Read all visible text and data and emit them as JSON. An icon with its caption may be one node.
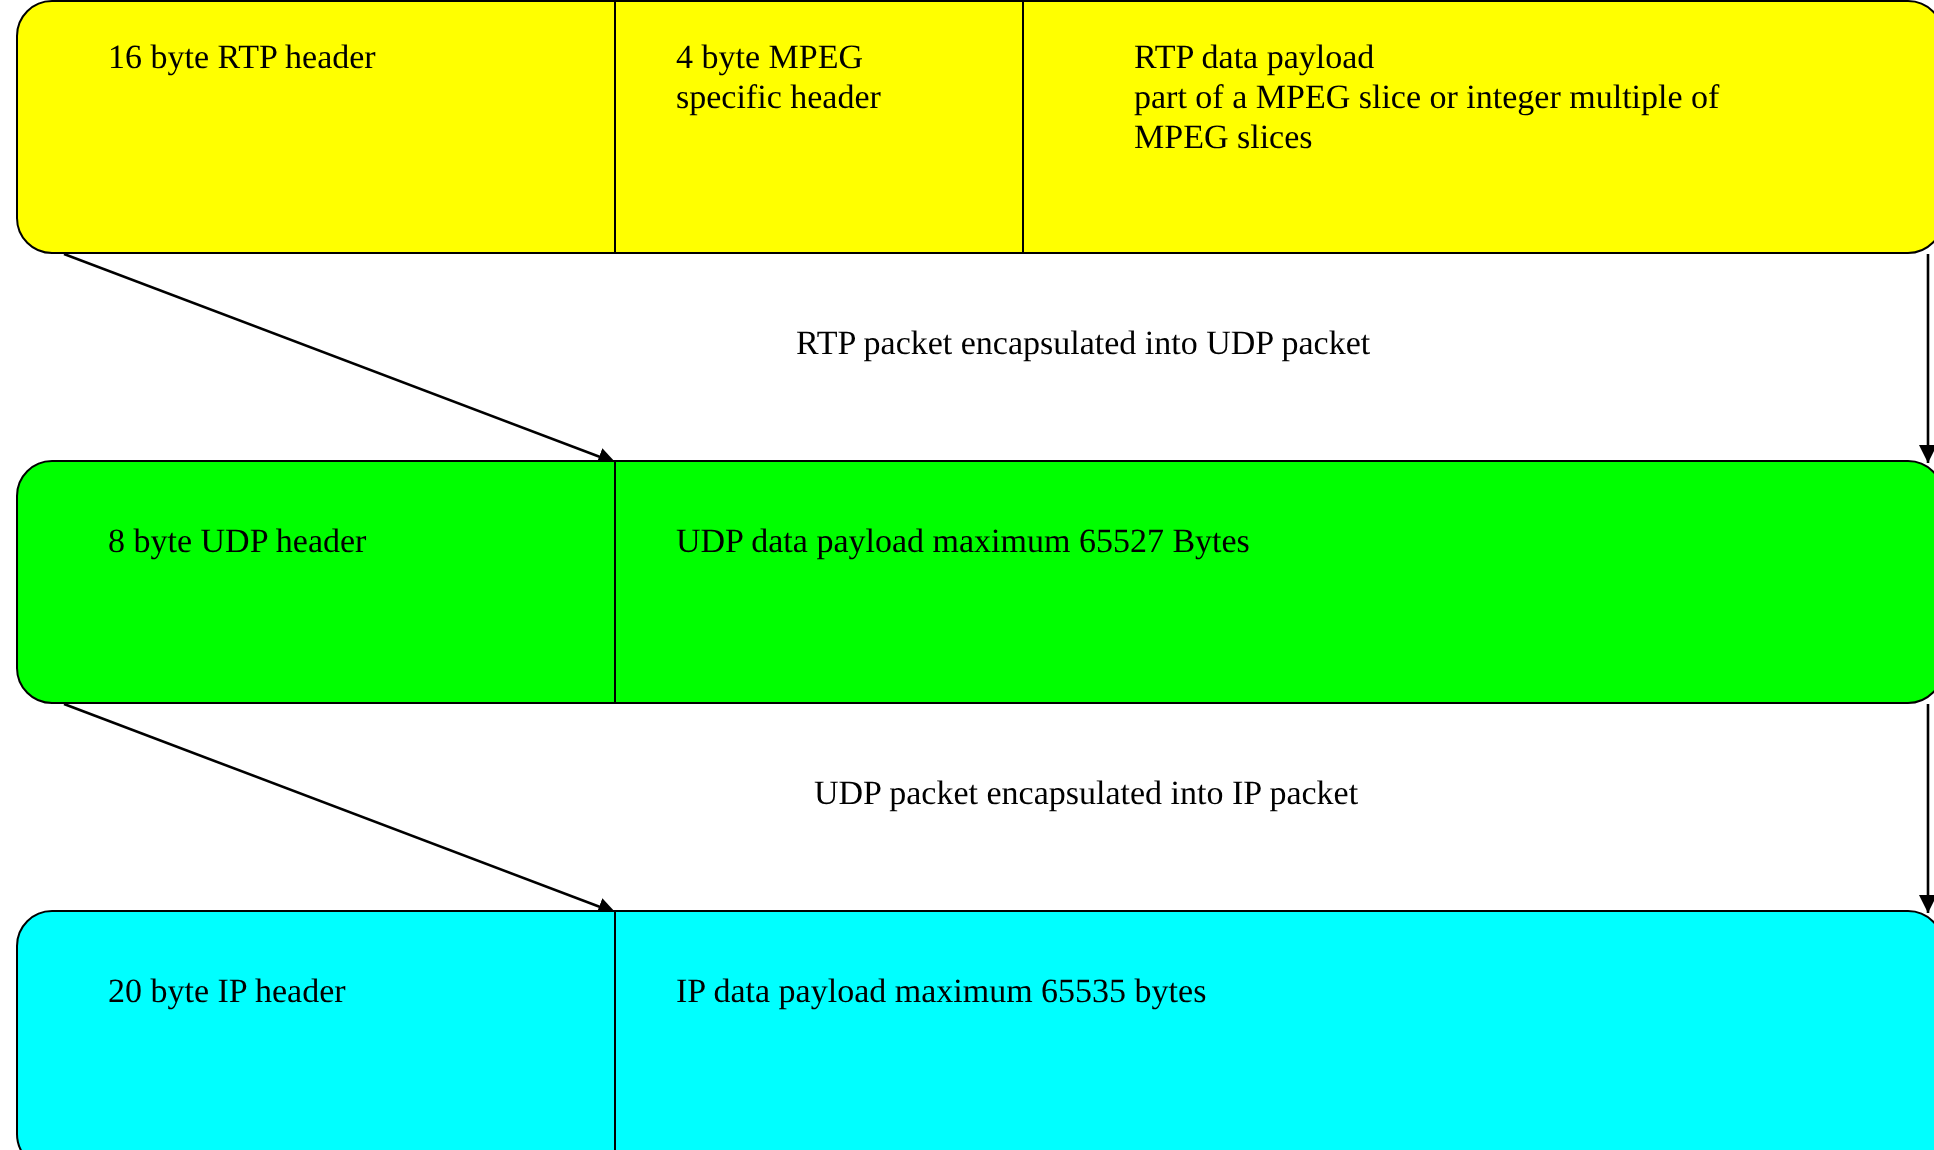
{
  "diagram": {
    "nodes": [
      {
        "text": [],
        "shape": "box"
      },
      {
        "text": [
          "16 byte RTP header"
        ],
        "in": 0
      },
      {
        "text": [
          "4 byte MPEG specific header"
        ],
        "in": 0
      },
      {
        "text": [
          "RTP data payload",
          "part of a MPEG slice or integer multiple of MPEG slices"
        ],
        "in": 0
      },
      {
        "text": [],
        "shape": "box"
      },
      {
        "text": [
          "8 byte UDP header"
        ],
        "in": 4
      },
      {
        "text": [
          "UDP data payload maximum 65527 Bytes"
        ],
        "in": 4
      },
      {
        "text": [],
        "shape": "box"
      },
      {
        "text": [
          "20 byte IP header"
        ],
        "in": 7
      },
      {
        "text": [
          "IP data payload maximum 65535 bytes"
        ],
        "in": 7
      }
    ],
    "edges": [
      {
        "from": 0,
        "to": 6,
        "arrow": "to"
      },
      {
        "from": 0,
        "to": 6,
        "arrow": "to"
      },
      {
        "from": 4,
        "to": 9,
        "arrow": "to"
      },
      {
        "from": 4,
        "to": 9,
        "arrow": "to"
      }
    ],
    "labels": [
      "RTP packet encapsulated into UDP packet",
      "UDP packet encapsulated into IP packet"
    ]
  }
}
